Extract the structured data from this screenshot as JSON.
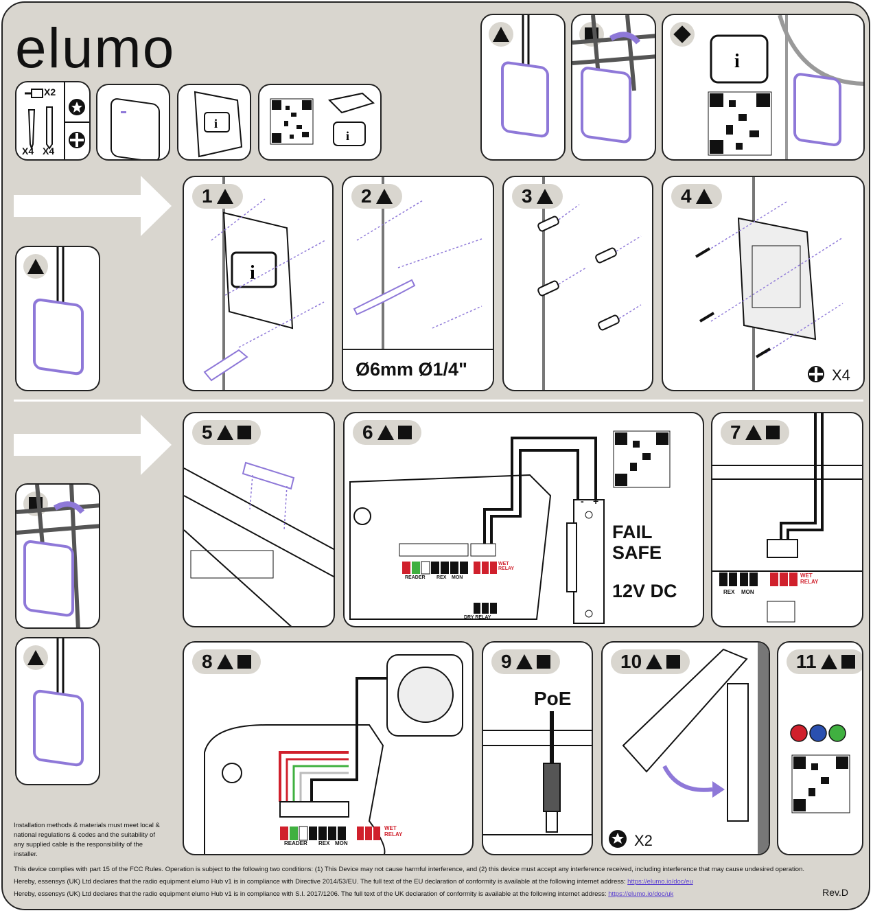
{
  "brand": {
    "logo": "elumo"
  },
  "kit": {
    "screw_small_qty": "X2",
    "screw_qty": "X4",
    "plug_qty": "X4"
  },
  "mount_legend": [
    {
      "symbol": "triangle"
    },
    {
      "symbol": "square"
    },
    {
      "symbol": "diamond"
    }
  ],
  "steps": [
    {
      "num": "1",
      "symbols": [
        "triangle"
      ]
    },
    {
      "num": "2",
      "symbols": [
        "triangle"
      ],
      "caption": "Ø6mm  Ø1/4\""
    },
    {
      "num": "3",
      "symbols": [
        "triangle"
      ]
    },
    {
      "num": "4",
      "symbols": [
        "triangle"
      ],
      "count": "X4"
    },
    {
      "num": "5",
      "symbols": [
        "triangle",
        "square"
      ]
    },
    {
      "num": "6",
      "symbols": [
        "triangle",
        "square"
      ],
      "text1": "FAIL",
      "text2": "SAFE",
      "text3": "12V DC"
    },
    {
      "num": "7",
      "symbols": [
        "triangle",
        "square"
      ]
    },
    {
      "num": "8",
      "symbols": [
        "triangle",
        "square"
      ]
    },
    {
      "num": "9",
      "symbols": [
        "triangle",
        "square"
      ],
      "caption": "PoE"
    },
    {
      "num": "10",
      "symbols": [
        "triangle",
        "square"
      ],
      "count": "X2"
    },
    {
      "num": "11",
      "symbols": [
        "triangle",
        "square"
      ]
    }
  ],
  "terminals": {
    "reader": "READER",
    "rex": "REX",
    "mon": "MON",
    "wet_relay": "WET RELAY",
    "dry_relay": "DRY RELAY",
    "minus": "-",
    "plus": "+"
  },
  "colors": {
    "purple": "#8e78d8",
    "red": "#d0202c",
    "blue": "#2a50b0",
    "green": "#40b040"
  },
  "notes": {
    "install": "Installation methods & materials must meet local & national regulations & codes and the suitability of any supplied cable is the responsibility of the installer.",
    "fcc": "This device complies with part 15 of the FCC Rules. Operation is subject to the following two conditions: (1) This Device may not cause harmful interference, and  (2) this device must accept any interference received, including interference that may cause undesired operation.",
    "eu_text": "Hereby, essensys (UK) Ltd declares that the radio equipment elumo Hub v1 is in compliance with Directive 2014/53/EU. The full text of the EU declaration of conformity is available at the following internet address: ",
    "eu_link": "https://elumo.io/doc/eu",
    "uk_text": "Hereby, essensys (UK) Ltd declares that the radio equipment elumo Hub v1 is in compliance with S.I. 2017/1206. The full text of the UK declaration of conformity is available at the following internet address: ",
    "uk_link": "https://elumo.io/doc/uk",
    "revision": "Rev.D"
  }
}
